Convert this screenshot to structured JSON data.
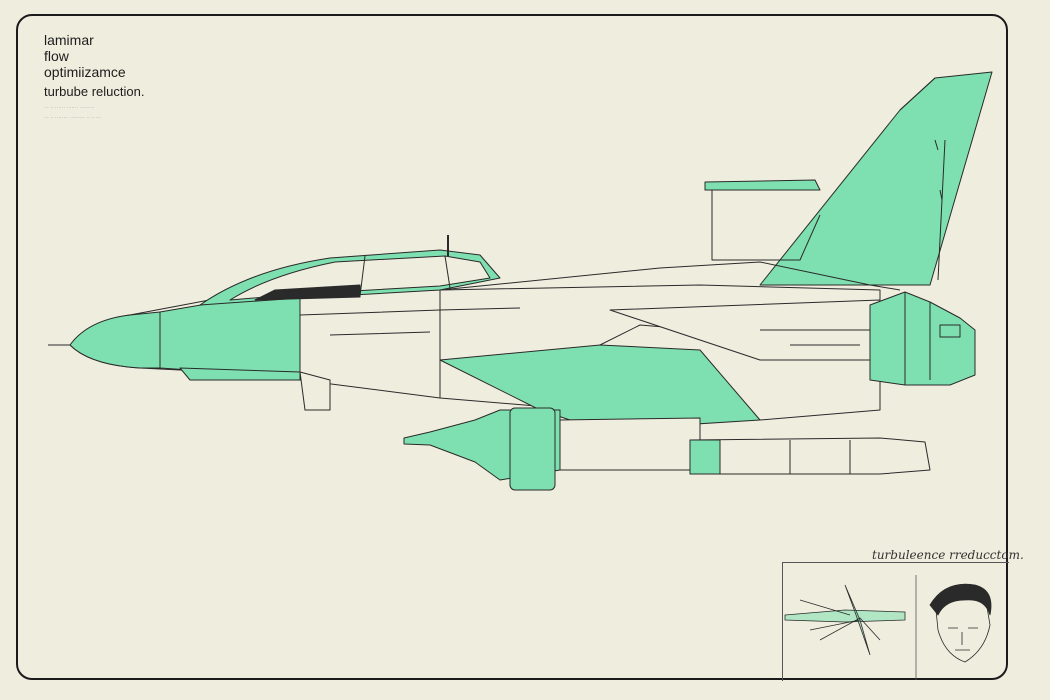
{
  "notes": {
    "line1": "lamimar",
    "line2": "flow",
    "line3": "optimiizamce",
    "line4": "turbube reluction."
  },
  "inset": {
    "title": "turbuleence rreducctom."
  },
  "colors": {
    "paper": "#efedde",
    "frame": "#1b1b1b",
    "mint": "#7ee0b0",
    "ink": "#2a2a2a"
  }
}
